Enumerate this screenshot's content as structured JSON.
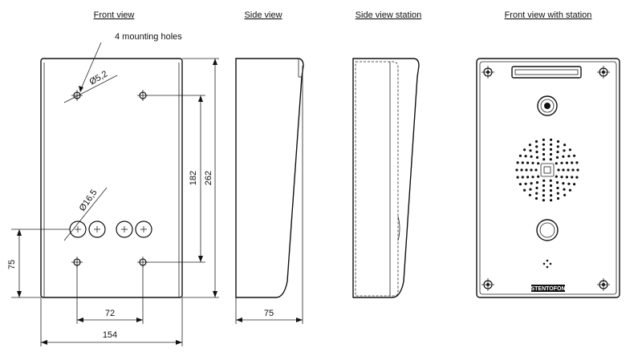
{
  "titles": {
    "front": "Front view",
    "side": "Side view",
    "side_station": "Side view station",
    "front_station": "Front view with station"
  },
  "annotations": {
    "mounting_holes": "4 mounting holes",
    "hole_diameter": "Ø5,2",
    "cable_diameter": "Ø16,5"
  },
  "dimensions": {
    "height_total": "262",
    "hole_spacing_vertical": "182",
    "hole_spacing_horizontal": "72",
    "width": "154",
    "bottom_to_holes": "75",
    "depth": "75"
  },
  "brand": "STENTOFON"
}
